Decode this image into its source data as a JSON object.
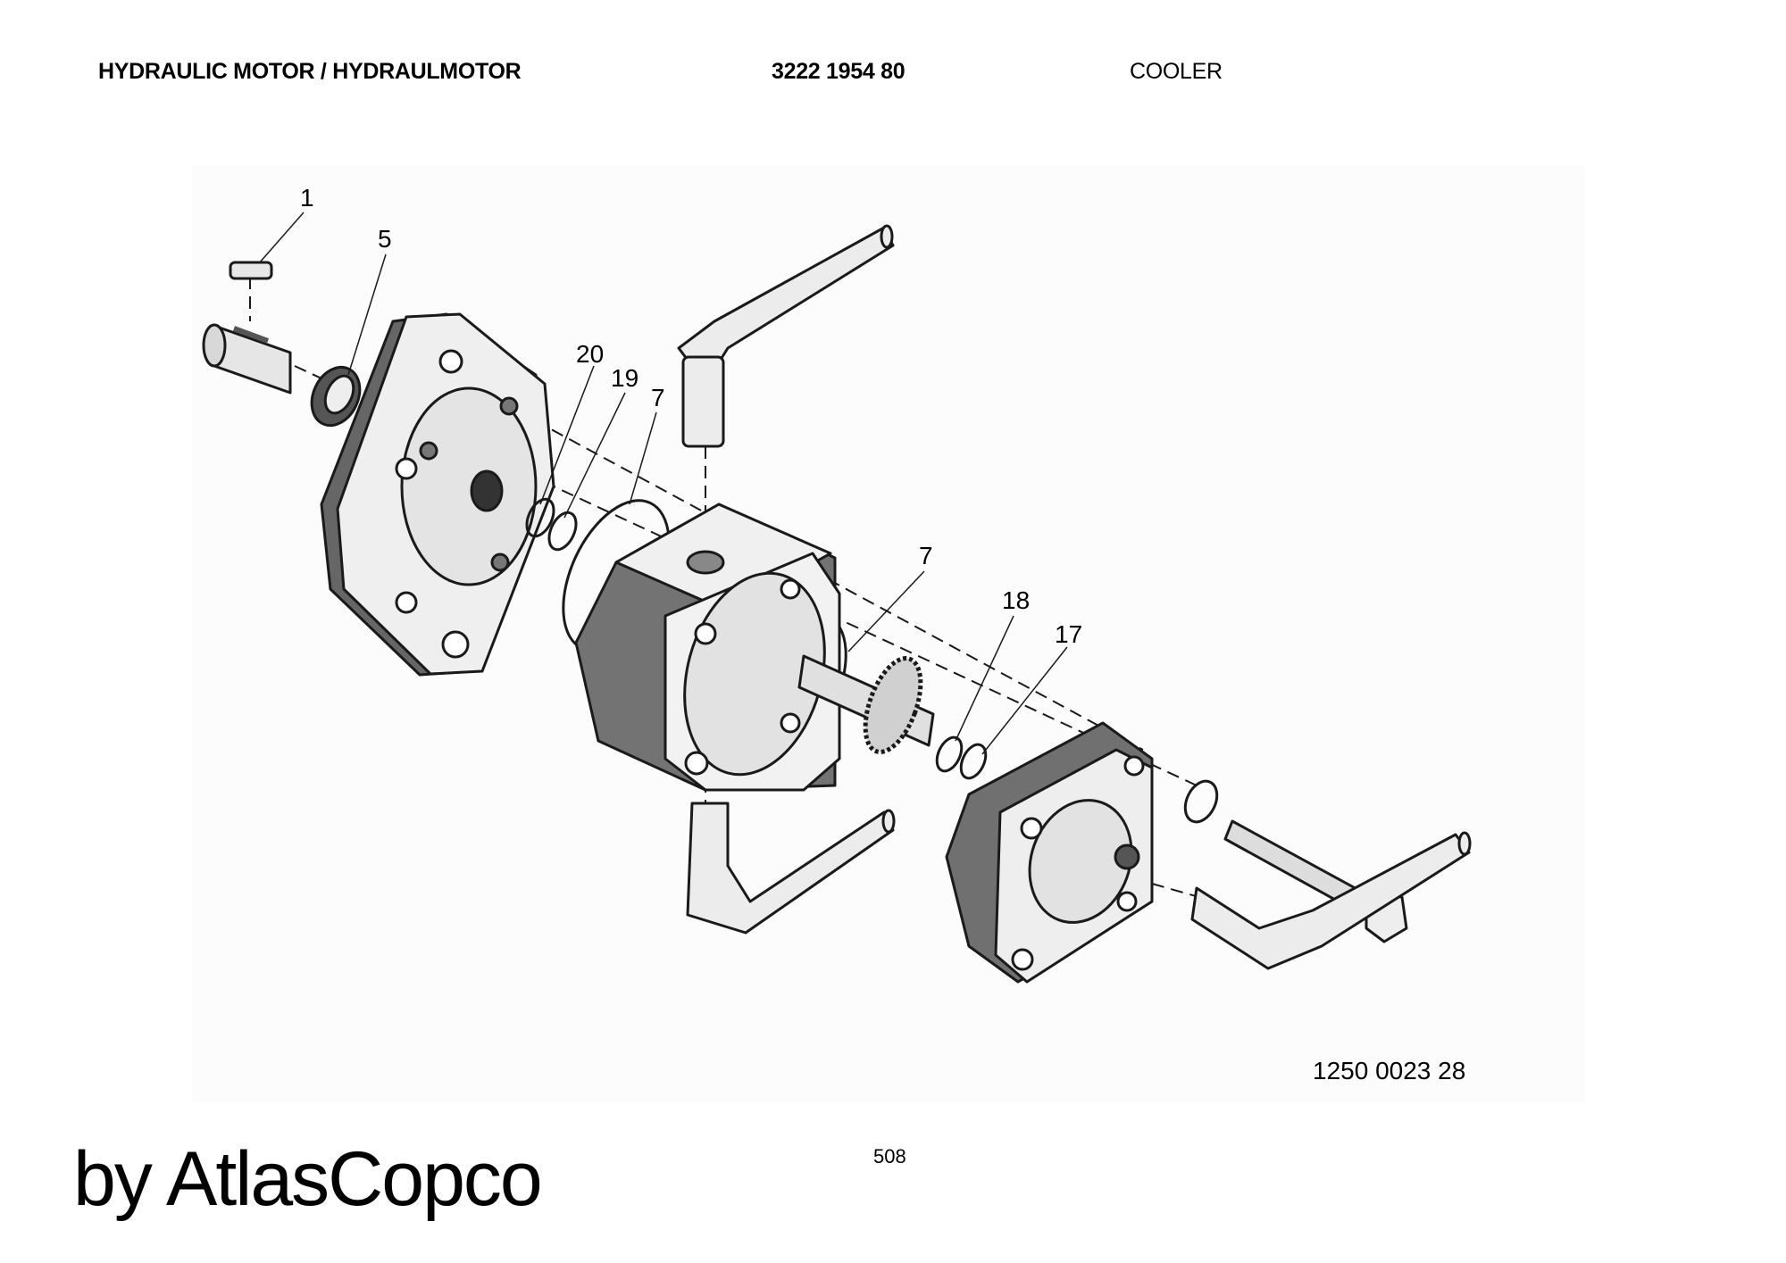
{
  "header": {
    "title": "HYDRAULIC MOTOR / HYDRAULMOTOR",
    "part_number": "3222 1954 80",
    "section": "COOLER"
  },
  "diagram": {
    "callouts": [
      "1",
      "5",
      "20",
      "19",
      "7",
      "7",
      "18",
      "17"
    ],
    "drawing_number": "1250 0023 28"
  },
  "footer": {
    "page_number": "508",
    "brand": "by AtlasCopco"
  },
  "colors": {
    "dark_part": "#6e6e6e",
    "light_part": "#ececec",
    "outline": "#1a1a1a"
  }
}
